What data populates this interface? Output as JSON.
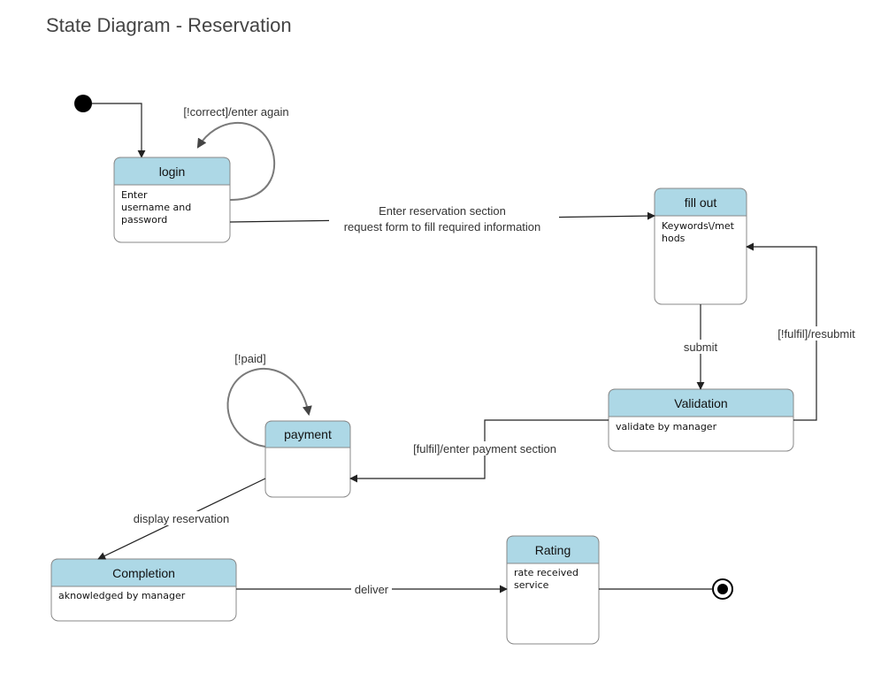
{
  "title": "State Diagram - Reservation",
  "colors": {
    "state_header": "#add8e6",
    "state_border": "#888888",
    "edge": "#222222",
    "loop": "#7a7a7a"
  },
  "states": {
    "login": {
      "name": "login",
      "body": [
        "Enter",
        "username and",
        "password"
      ]
    },
    "fill_out": {
      "name": "fill out",
      "body": [
        "Keywords\\/met",
        "hods"
      ]
    },
    "validation": {
      "name": "Validation",
      "body": [
        "validate by manager"
      ]
    },
    "payment": {
      "name": "payment",
      "body": []
    },
    "completion": {
      "name": "Completion",
      "body": [
        "aknowledged by manager"
      ]
    },
    "rating": {
      "name": "Rating",
      "body": [
        "rate received",
        "service"
      ]
    }
  },
  "transitions": {
    "login_self": "[!correct]/enter again",
    "login_to_fill_out": [
      "Enter reservation section",
      "request form to fill required information"
    ],
    "fill_out_to_validation": "submit",
    "validation_to_fill_out": "[!fulfil]/resubmit",
    "validation_to_payment": "[fulfil]/enter payment section",
    "payment_self": "[!paid]",
    "payment_to_completion": "display reservation",
    "completion_to_rating": "deliver"
  }
}
